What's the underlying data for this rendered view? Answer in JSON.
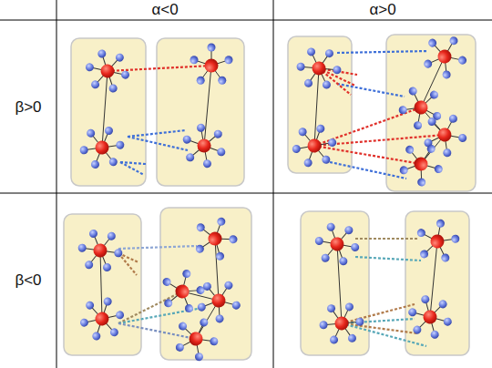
{
  "diagram": {
    "labels": [
      "α<0",
      "α>0",
      "β>0",
      "β<0"
    ]
  }
}
